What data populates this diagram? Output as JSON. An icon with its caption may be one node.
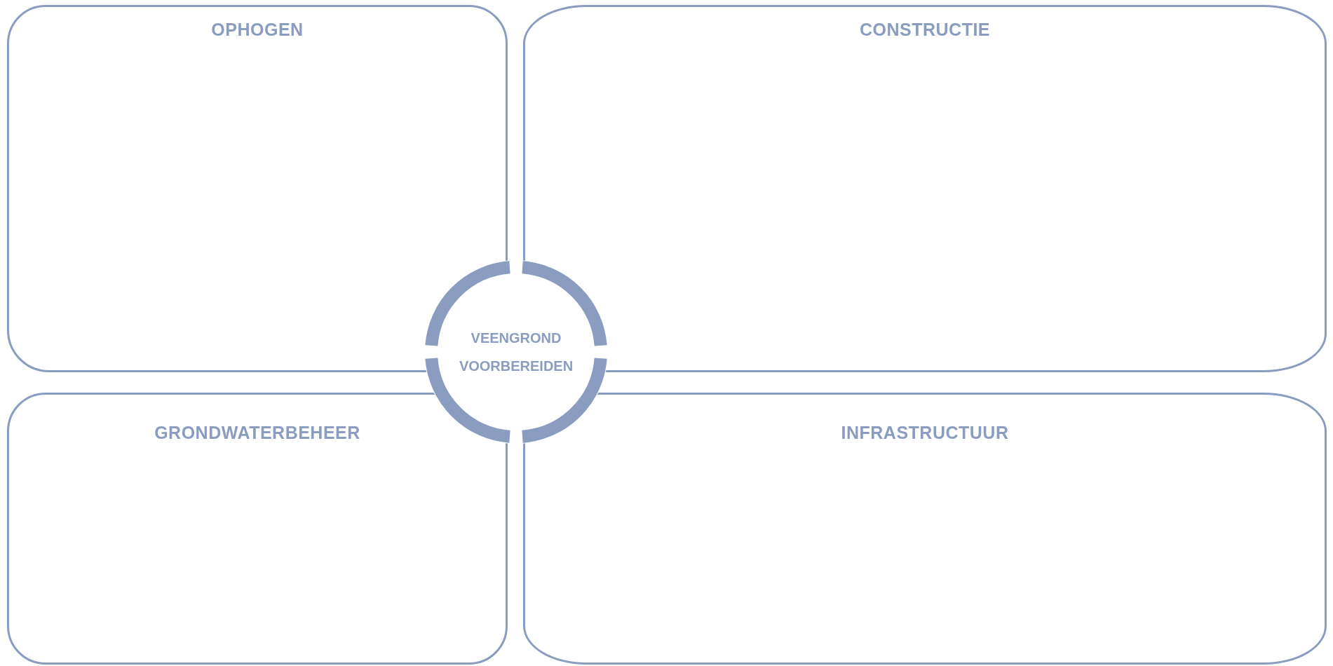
{
  "diagram": {
    "nodes": [
      {
        "text": [
          "OPHOGEN"
        ]
      },
      {
        "text": [
          "CONSTRUCTIE"
        ]
      },
      {
        "text": [
          "VEENGROND VOORBEREIDEN"
        ]
      },
      {
        "text": [
          "GRONDWATERBEHEER"
        ]
      },
      {
        "text": [
          "INFRASTRUCTUUR"
        ]
      }
    ]
  }
}
